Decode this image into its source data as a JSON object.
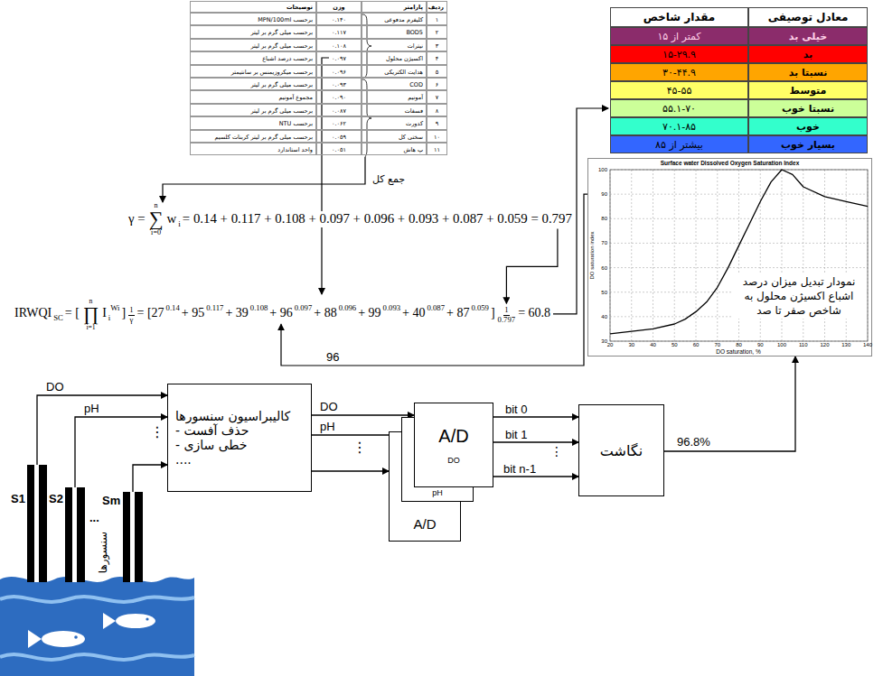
{
  "diagram": {
    "nodes": [
      {
        "text": [
          "S1"
        ]
      },
      {
        "text": [
          "S2"
        ]
      },
      {
        "text": [
          "Sm"
        ]
      },
      {
        "text": [
          "کالیبراسیون سنسورها",
          "- حذف آفست",
          "- خطی سازی",
          "...."
        ]
      },
      {
        "text": [
          "A/D",
          "DO"
        ]
      },
      {
        "text": [
          "pH"
        ]
      },
      {
        "text": [
          "A/D"
        ]
      },
      {
        "text": [
          "نگاشت"
        ]
      },
      {
        "text": [
          "Surface water Dissolved Oxygen Saturation Index",
          "نمودار تبدیل میزان درصد اشباع اکسیژن محلول به شاخص صفر تا صد"
        ]
      }
    ],
    "edges": [
      {
        "from": 0,
        "to": 3,
        "arrow": "to",
        "label": "DO"
      },
      {
        "from": 1,
        "to": 3,
        "arrow": "to",
        "label": "pH"
      },
      {
        "from": 2,
        "to": 3,
        "arrow": "to"
      },
      {
        "from": 3,
        "to": 4,
        "arrow": "to",
        "label": "DO"
      },
      {
        "from": 3,
        "to": 5,
        "arrow": "to",
        "label": "pH"
      },
      {
        "from": 3,
        "to": 6,
        "arrow": "to"
      },
      {
        "from": 4,
        "to": 7,
        "arrow": "to",
        "label": "bit 0"
      },
      {
        "from": 4,
        "to": 7,
        "arrow": "to",
        "label": "bit 1"
      },
      {
        "from": 4,
        "to": 7,
        "arrow": "to",
        "label": "bit n-1"
      },
      {
        "from": 7,
        "to": 8,
        "arrow": "to",
        "label": "96.8%"
      }
    ],
    "labels": [
      "ردیف",
      "پارامتر",
      "وزن",
      "توضیحات",
      "۱",
      "کلیفرم مدفوعی",
      "۰.۱۴۰",
      "برحسب MPN/100ml",
      "۲",
      "BOD5",
      "۰.۱۱۷",
      "برحسب میلی گرم بر لیتر",
      "۳",
      "نیترات",
      "۰.۱۰۸",
      "برحسب میلی گرم بر لیتر",
      "۴",
      "اکسیژن محلول",
      "۰.۰۹۷",
      "برحسب درصد اشباع",
      "۵",
      "هدایت الکتریکی",
      "۰.۰۹۶",
      "برحسب میکروزیمنس بر سانتیمتر",
      "۶",
      "COD",
      "۰.۰۹۳",
      "برحسب میلی گرم بر لیتر",
      "۷",
      "آمونیم",
      "۰.۰۹۰",
      "مجموع آمونیم",
      "۸",
      "فسفات",
      "۰.۰۸۷",
      "برحسب میلی گرم بر لیتر",
      "۹",
      "کدورت",
      "۰.۰۶۲",
      "برحسب NTU",
      "۱۰",
      "سختی کل",
      "۰.۰۵۹",
      "برحسب میلی گرم بر لیتر کربنات کلسیم",
      "۱۱",
      "پ هاش",
      "۰.۰۵۱",
      "واحد استاندارد",
      "معادل توصیفی",
      "مقدار شاخص",
      "خیلی بد",
      "کمتر از ۱۵",
      "بد",
      "۱۵-۲۹.۹",
      "نسبتا بد",
      "۳۰-۴۴.۹",
      "متوسط",
      "۴۵-۵۵",
      "نسبتا خوب",
      "۵۵.۱-۷۰",
      "خوب",
      "۷۰.۱-۸۵",
      "بسیار خوب",
      "بیشتر از ۸۵",
      "جمع کل",
      "γ =",
      "n",
      "∑",
      "i=0",
      "w",
      "i",
      "= 0.14 + 0.117 + 0.108 + 0.097 + 0.096 + 0.093 + 0.087 + 0.059 = 0.797",
      "IRWQI",
      "SC",
      "= [",
      "n",
      "∏",
      "i=1",
      "I",
      "i",
      "Wi",
      "]",
      "1",
      "γ",
      "= [27",
      "0.14",
      "+ 95",
      "0.117",
      "+ 39",
      "0.108",
      "+ 96",
      "0.097",
      "+ 88",
      "0.096",
      "+ 99",
      "0.093",
      "+ 40",
      "0.087",
      "+ 87",
      "0.059",
      "]",
      "1",
      "0.797",
      "= 60.8",
      "96",
      "DO saturation index",
      "100",
      "90",
      "80",
      "70",
      "60",
      "50",
      "40",
      "30",
      "DO saturation, %",
      "20",
      "30",
      "40",
      "50",
      "60",
      "70",
      "80",
      "90",
      "100",
      "110",
      "120",
      "130",
      "140",
      "⋮",
      "⋮",
      "⋮",
      "...",
      "سنسورها"
    ]
  }
}
